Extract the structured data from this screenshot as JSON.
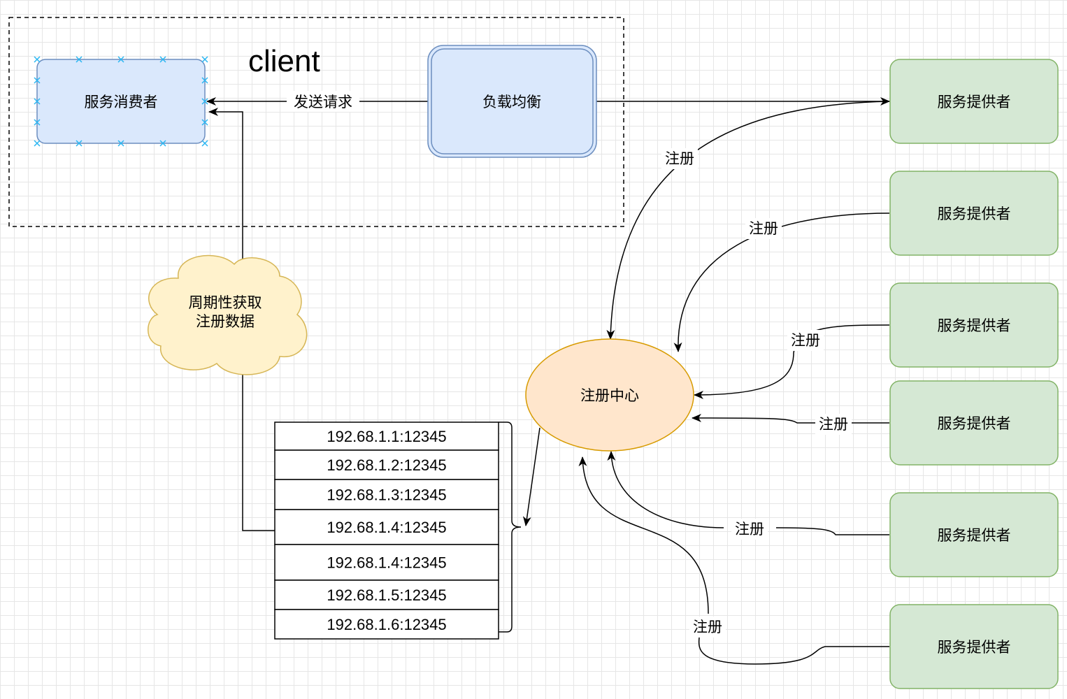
{
  "colors": {
    "consumer_fill": "#dae8fc",
    "consumer_stroke": "#6c8ebf",
    "provider_fill": "#d5e8d4",
    "provider_stroke": "#82b366",
    "registry_fill": "#ffe6cc",
    "registry_stroke": "#d79b00",
    "cloud_fill": "#fff2cc",
    "cloud_stroke": "#d6b656",
    "selection_handle": "#29b6f2"
  },
  "client_group": {
    "title": "client"
  },
  "consumer": {
    "label": "服务消费者"
  },
  "load_balancer": {
    "label": "负载均衡"
  },
  "send_request": {
    "label": "发送请求"
  },
  "cloud": {
    "line1": "周期性获取",
    "line2": "注册数据"
  },
  "registry": {
    "label": "注册中心"
  },
  "providers": [
    {
      "label": "服务提供者"
    },
    {
      "label": "服务提供者"
    },
    {
      "label": "服务提供者"
    },
    {
      "label": "服务提供者"
    },
    {
      "label": "服务提供者"
    },
    {
      "label": "服务提供者"
    }
  ],
  "register_labels": [
    "注册",
    "注册",
    "注册",
    "注册",
    "注册",
    "注册"
  ],
  "address_list": [
    "192.68.1.1:12345",
    "192.68.1.2:12345",
    "192.68.1.3:12345",
    "192.68.1.4:12345",
    "192.68.1.4:12345",
    "192.68.1.5:12345",
    "192.68.1.6:12345"
  ]
}
